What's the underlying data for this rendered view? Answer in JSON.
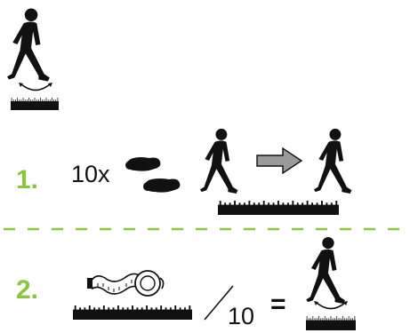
{
  "colors": {
    "accent_green": "#8cc63f",
    "ink": "#111111",
    "arrow_gray": "#9a9a9a"
  },
  "step1": {
    "number": "1.",
    "multiplier": "10x",
    "icons": [
      "footprints-icon",
      "walking-person-icon",
      "right-arrow-icon",
      "walking-person-icon",
      "measuring-ruler-icon"
    ]
  },
  "step2": {
    "number": "2.",
    "divisor": "10",
    "equals": "=",
    "icons": [
      "tape-measure-icon",
      "measuring-ruler-icon",
      "division-slash-icon",
      "walking-person-icon",
      "stride-arc-icon",
      "measuring-ruler-icon"
    ]
  },
  "intro": {
    "icons": [
      "walking-person-icon",
      "stride-arc-icon",
      "measuring-ruler-icon"
    ]
  }
}
